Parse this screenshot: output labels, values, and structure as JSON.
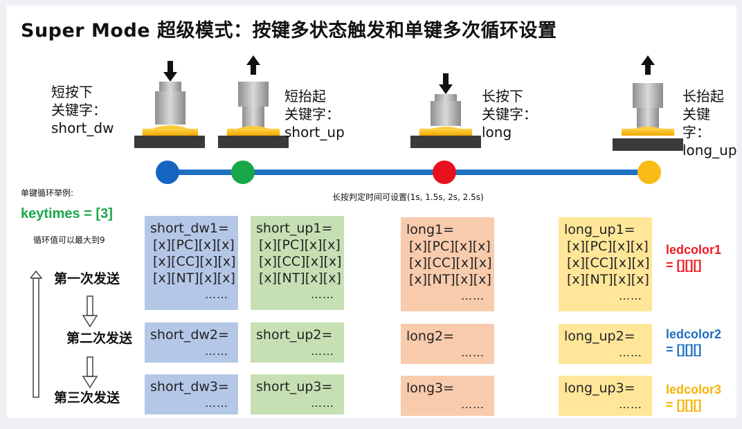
{
  "title": "Super Mode 超级模式：按键多状态触发和单键多次循环设置",
  "keys": [
    {
      "label": "短按下\n关键字：\nshort_dw"
    },
    {
      "label": "短抬起\n关键字：\nshort_up"
    },
    {
      "label": "长按下\n关键字：\nlong"
    },
    {
      "label": "长抬起\n关键字：\nlong_up"
    }
  ],
  "colors": {
    "timeline": "#1f6fc0",
    "dot_dw": "#1565c0",
    "dot_up": "#18a64a",
    "dot_long": "#e8101c",
    "dot_long_up": "#f9bb16",
    "keycap_base": "#f5b301",
    "ledcolor1": "#ee1c25",
    "ledcolor2": "#1f6fc0",
    "ledcolor3": "#f5b301"
  },
  "example_label": "单键循环举例:",
  "long_press_note": "长按判定时间可设置(1s, 1.5s, 2s, 2.5s)",
  "keytimes": "keytimes = [3]",
  "cycle_max": "循环值可以最大到9",
  "sends": [
    "第一次发送",
    "第二次发送",
    "第三次发送"
  ],
  "row1": {
    "dw": [
      "short_dw1=",
      "[x][PC][x][x]",
      "[x][CC][x][x]",
      "[x][NT][x][x]",
      "……"
    ],
    "up": [
      "short_up1=",
      "[x][PC][x][x]",
      "[x][CC][x][x]",
      "[x][NT][x][x]",
      "……"
    ],
    "long": [
      "long1=",
      "[x][PC][x][x]",
      "[x][CC][x][x]",
      "[x][NT][x][x]",
      "……"
    ],
    "long_up": [
      "long_up1=",
      "[x][PC][x][x]",
      "[x][CC][x][x]",
      "[x][NT][x][x]",
      "……"
    ]
  },
  "row2": {
    "dw": [
      "short_dw2=",
      "……"
    ],
    "up": [
      "short_up2=",
      "……"
    ],
    "long": [
      "long2=",
      "……"
    ],
    "long_up": [
      "long_up2=",
      "……"
    ]
  },
  "row3": {
    "dw": [
      "short_dw3=",
      "……"
    ],
    "up": [
      "short_up3=",
      "……"
    ],
    "long": [
      "long3=",
      "……"
    ],
    "long_up": [
      "long_up3=",
      "……"
    ]
  },
  "led": [
    {
      "name": "ledcolor1",
      "value": "= [][][]"
    },
    {
      "name": "ledcolor2",
      "value": "= [][][]"
    },
    {
      "name": "ledcolor3",
      "value": "= [][][]"
    }
  ]
}
